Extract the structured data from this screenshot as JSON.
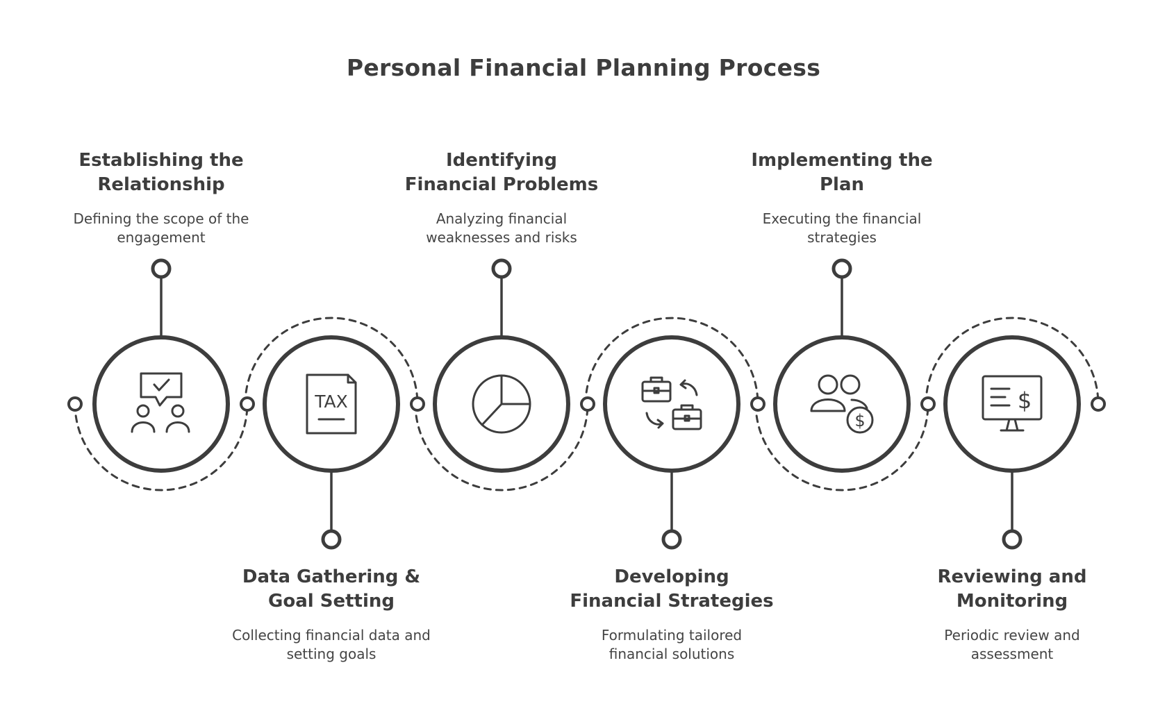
{
  "title": "Personal Financial Planning Process",
  "colors": {
    "ink": "#3d3d3d",
    "background": "#ffffff"
  },
  "steps": [
    {
      "title": "Establishing the\nRelationship",
      "description": "Defining the scope of the\nengagement",
      "icon": "chat-check-people-icon"
    },
    {
      "title": "Data Gathering &\nGoal Setting",
      "description": "Collecting financial data and\nsetting goals",
      "icon": "tax-document-icon",
      "icon_text": "TAX"
    },
    {
      "title": "Identifying\nFinancial Problems",
      "description": "Analyzing financial\nweaknesses and risks",
      "icon": "pie-chart-icon"
    },
    {
      "title": "Developing\nFinancial Strategies",
      "description": "Formulating tailored\nfinancial solutions",
      "icon": "briefcase-exchange-icon"
    },
    {
      "title": "Implementing the\nPlan",
      "description": "Executing the financial\nstrategies",
      "icon": "people-dollar-icon",
      "icon_text": "$"
    },
    {
      "title": "Reviewing and\nMonitoring",
      "description": "Periodic review and\nassessment",
      "icon": "monitor-dollar-icon",
      "icon_text": "$"
    }
  ]
}
